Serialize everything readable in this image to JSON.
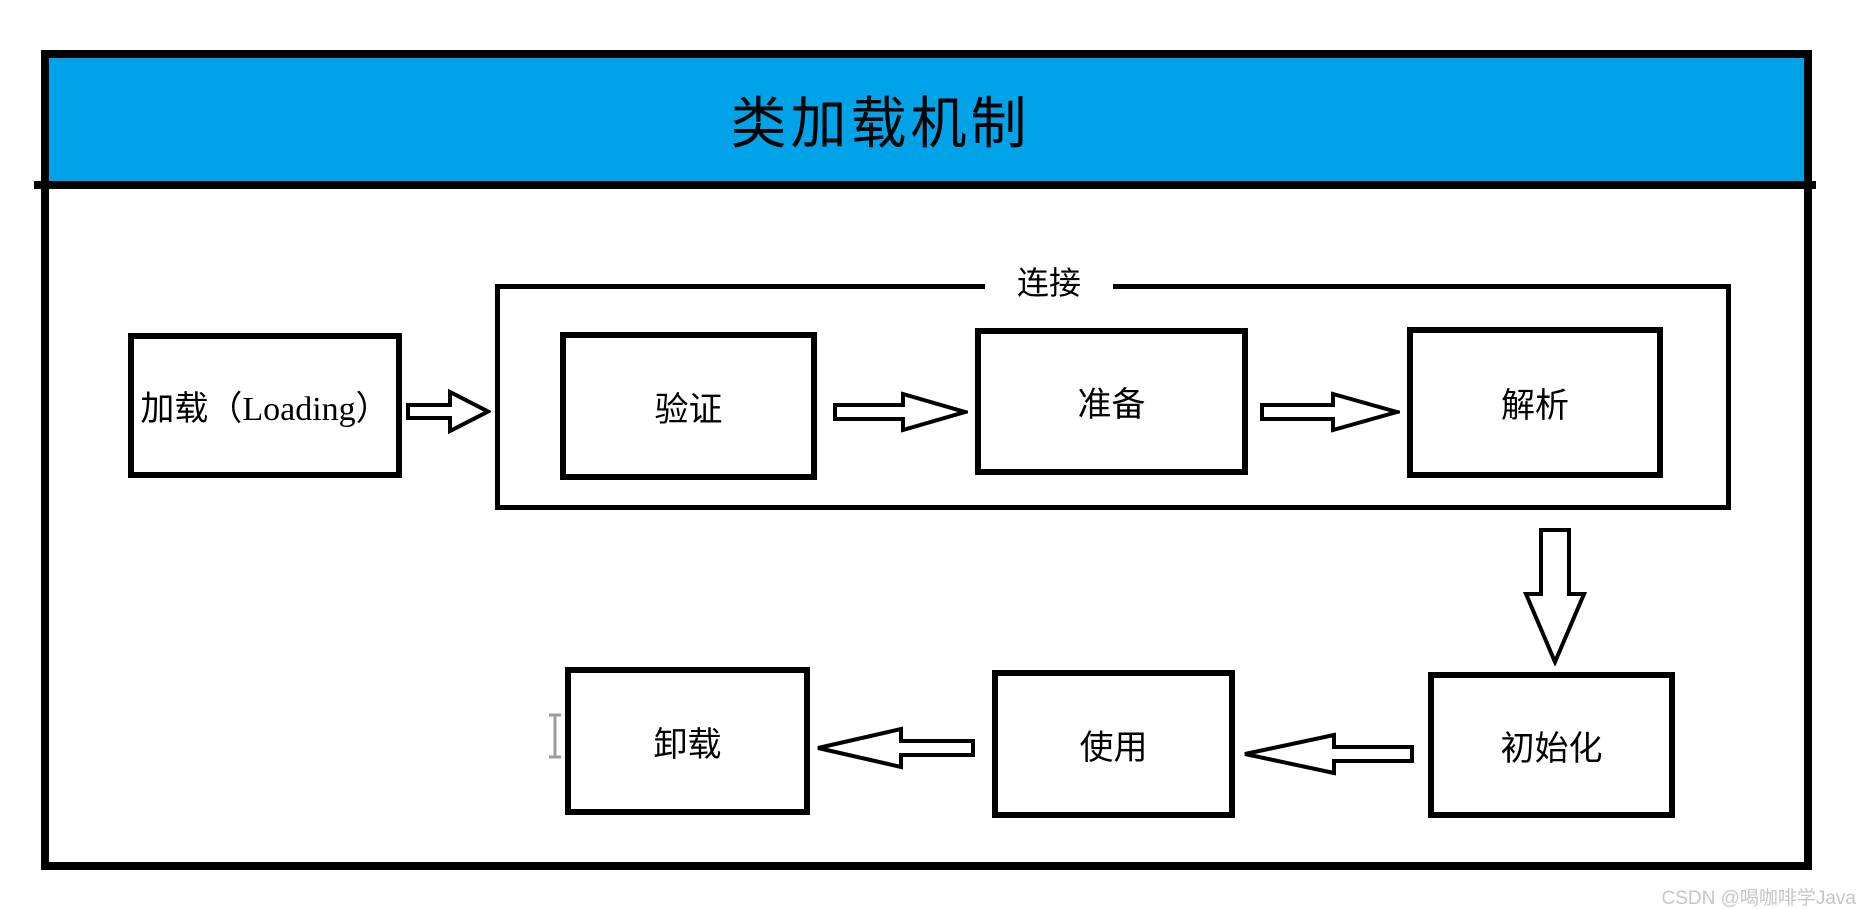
{
  "title_bar": {
    "title": "类加载机制",
    "bg_color": "#00A2E8"
  },
  "flowchart": {
    "link_group_label": "连接",
    "boxes": {
      "loading": "加载（Loading）",
      "verify": "验证",
      "prepare": "准备",
      "resolve": "解析",
      "initialize": "初始化",
      "use": "使用",
      "unload": "卸载"
    }
  },
  "icons": {
    "arrow_right": "block-arrow-right",
    "arrow_down": "block-arrow-down",
    "arrow_left": "block-arrow-left",
    "text_cursor": "i-beam-cursor"
  },
  "watermark": "CSDN @喝咖啡学Java",
  "colors": {
    "title_bg": "#00A2E8",
    "stroke": "#000000",
    "watermark": "#C6C6C6",
    "background": "#FFFFFF"
  }
}
